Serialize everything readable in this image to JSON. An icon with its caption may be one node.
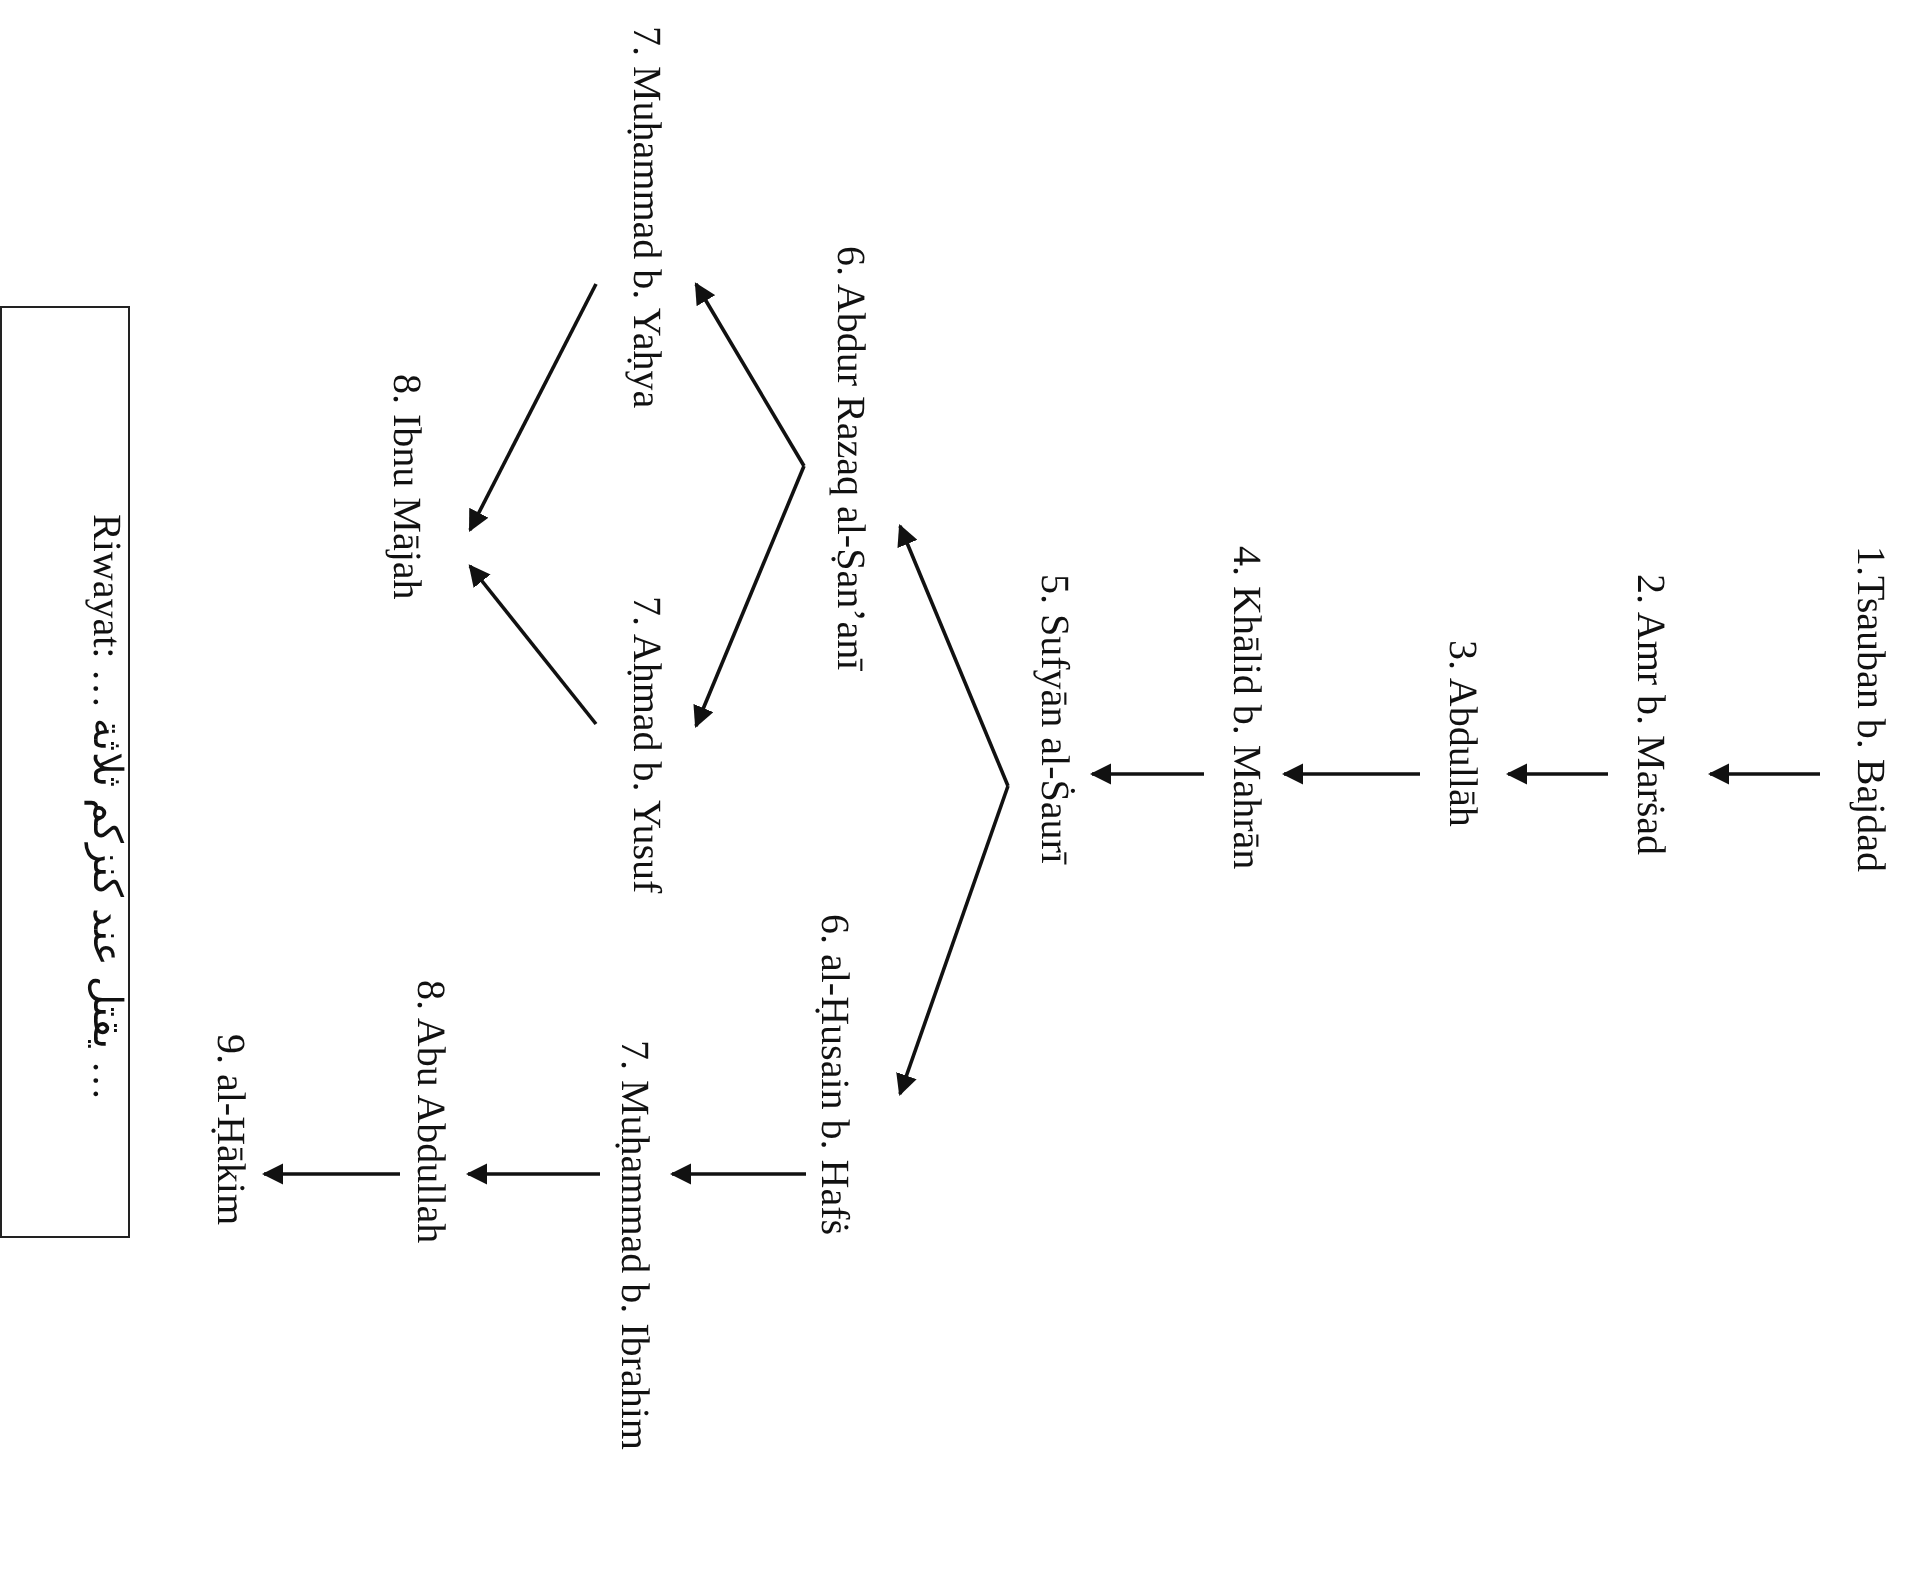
{
  "diagram": {
    "nodes": [
      {
        "text": [
          "1.Tsauban b. Bajdad"
        ]
      },
      {
        "text": [
          "2. Amr b. Marṡad"
        ]
      },
      {
        "text": [
          "3. Abdullāh"
        ]
      },
      {
        "text": [
          "4. Khālid b. Mahrān"
        ]
      },
      {
        "text": [
          "5. Sufyān al-Ṡaurī"
        ]
      },
      {
        "text": [
          "6. Abdur Razaq al-Ṣan’anī"
        ]
      },
      {
        "text": [
          "6. al-Ḥusain b. Hafṡ"
        ]
      },
      {
        "text": [
          "7. Muḥammad b. Yaḥya"
        ]
      },
      {
        "text": [
          "7. Aḥmad b. Yusuf"
        ]
      },
      {
        "text": [
          "7. Muḥammad b. Ibrahim"
        ]
      },
      {
        "text": [
          "8. Ibnu Mājah"
        ]
      },
      {
        "text": [
          "8. Abu Abdullah"
        ]
      },
      {
        "text": [
          "9. al-Ḥākim"
        ]
      },
      {
        "text": [
          "Riwayat: … يقتل عند كنزكم ثلاثة …"
        ]
      }
    ],
    "edges": [
      {
        "from": 0,
        "to": 1,
        "arrow": "to"
      },
      {
        "from": 1,
        "to": 2,
        "arrow": "to"
      },
      {
        "from": 2,
        "to": 3,
        "arrow": "to"
      },
      {
        "from": 3,
        "to": 4,
        "arrow": "to"
      },
      {
        "from": 4,
        "to": 5,
        "arrow": "to"
      },
      {
        "from": 4,
        "to": 6,
        "arrow": "to"
      },
      {
        "from": 5,
        "to": 7,
        "arrow": "to"
      },
      {
        "from": 5,
        "to": 8,
        "arrow": "to"
      },
      {
        "from": 7,
        "to": 10,
        "arrow": "to"
      },
      {
        "from": 8,
        "to": 10,
        "arrow": "to"
      },
      {
        "from": 6,
        "to": 9,
        "arrow": "to"
      },
      {
        "from": 9,
        "to": 11,
        "arrow": "to"
      },
      {
        "from": 11,
        "to": 12,
        "arrow": "to"
      }
    ]
  }
}
